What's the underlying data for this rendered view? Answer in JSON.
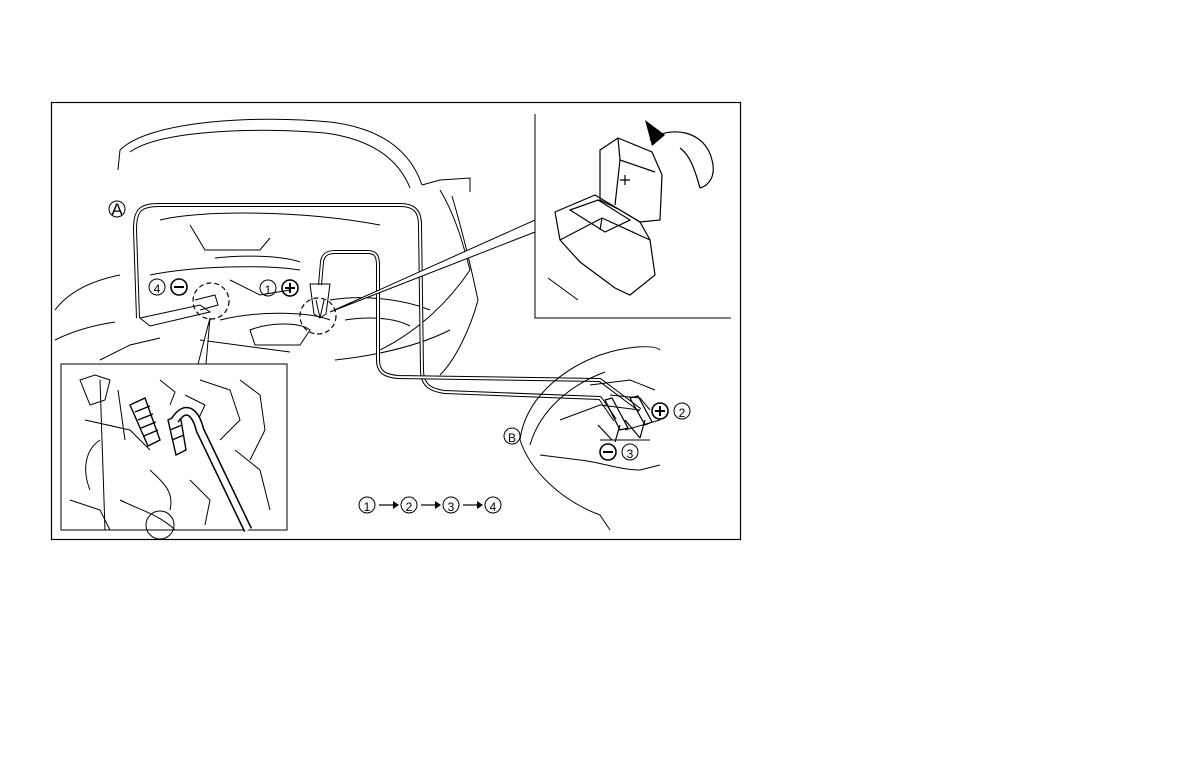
{
  "labels": {
    "car_a": "A",
    "car_b": "B",
    "step1": "1",
    "step2": "2",
    "step3": "3",
    "step4": "4",
    "plus": "+",
    "minus": "−"
  },
  "sequence": [
    "1",
    "2",
    "3",
    "4"
  ],
  "colors": {
    "line": "#000000",
    "background": "#ffffff"
  }
}
